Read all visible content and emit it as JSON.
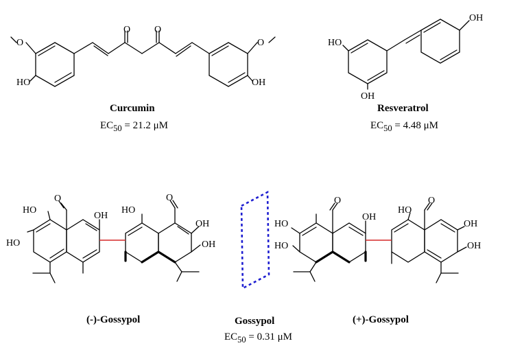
{
  "compounds": {
    "curcumin": {
      "name": "Curcumin",
      "ec_prefix": "EC",
      "ec_sub": "50",
      "ec_value": " = 21.2 μM"
    },
    "resveratrol": {
      "name": "Resveratrol",
      "ec_prefix": "EC",
      "ec_sub": "50",
      "ec_value": " = 4.48 μM"
    },
    "gossypol_minus": {
      "name": "(-)-Gossypol"
    },
    "gossypol": {
      "name": "Gossypol",
      "ec_prefix": "EC",
      "ec_sub": "50",
      "ec_value": " = 0.31 μM"
    },
    "gossypol_plus": {
      "name": "(+)-Gossypol"
    }
  },
  "atom_labels": {
    "O": "O",
    "OH": "OH",
    "HO": "HO"
  },
  "colors": {
    "bond": "#000000",
    "biaryl_bond": "#d62828",
    "mirror_plane": "#1f1fd1"
  }
}
